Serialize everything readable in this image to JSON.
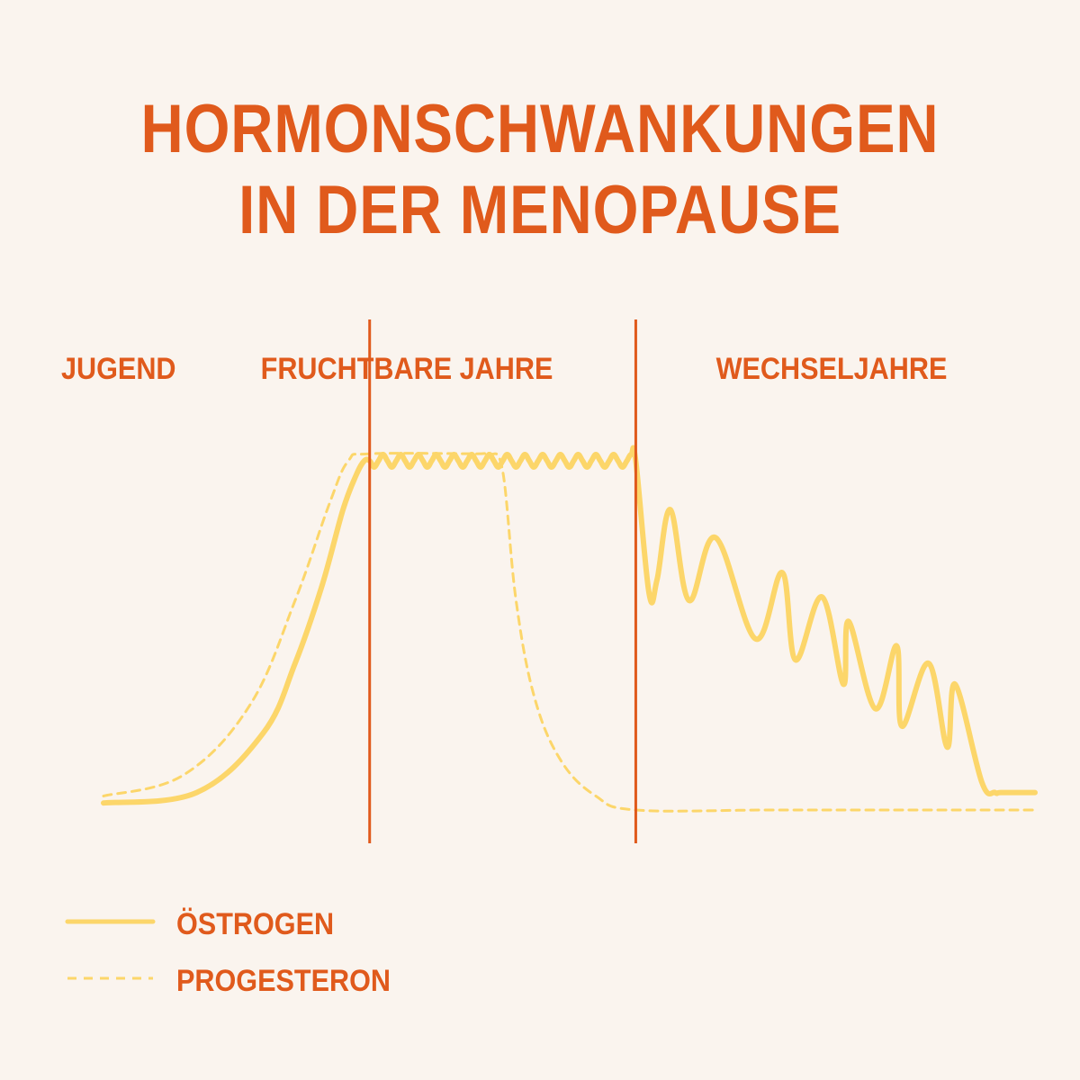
{
  "title": {
    "line1": "HORMONSCHWANKUNGEN",
    "line2": "IN DER MENOPAUSE"
  },
  "colors": {
    "accent": "#e05a1c",
    "hormone": "#fcd66a",
    "background": "#faf4ee"
  },
  "chart_data": {
    "type": "line",
    "title": "HORMONSCHWANKUNGEN IN DER MENOPAUSE",
    "xlabel": "",
    "ylabel": "",
    "phases": [
      "JUGEND",
      "FRUCHTBARE JAHRE",
      "WECHSELJAHRE"
    ],
    "phase_boundaries": [
      1,
      2
    ],
    "xlim": [
      0,
      3.5
    ],
    "ylim": [
      0,
      1
    ],
    "grid": false,
    "legend_placement": "bottom-left",
    "series": [
      {
        "name": "ÖSTROGEN",
        "style": "solid",
        "x": [
          0,
          0.35,
          0.6,
          0.72,
          0.82,
          0.9,
          0.95,
          0.98,
          1.0,
          1.5,
          2.0,
          2.05,
          2.08,
          2.13,
          2.2,
          2.3,
          2.45,
          2.55,
          2.6,
          2.7,
          2.78,
          2.8,
          2.9,
          2.98,
          3.0,
          3.1,
          3.17,
          3.2,
          3.3,
          3.35,
          3.37,
          3.45,
          3.5
        ],
        "y": [
          0.02,
          0.05,
          0.22,
          0.42,
          0.64,
          0.86,
          0.96,
          1.0,
          1.0,
          1.0,
          1.0,
          0.62,
          0.66,
          0.86,
          0.6,
          0.78,
          0.49,
          0.68,
          0.43,
          0.61,
          0.36,
          0.54,
          0.29,
          0.47,
          0.24,
          0.42,
          0.18,
          0.36,
          0.08,
          0.05,
          0.05,
          0.05,
          0.05
        ],
        "annotation": "oscillates during FRUCHTBARE JAHRE"
      },
      {
        "name": "PROGESTERON",
        "style": "dashed",
        "x": [
          0,
          0.3,
          0.55,
          0.72,
          0.85,
          0.92,
          1.0,
          1.4,
          1.45,
          1.5,
          1.55,
          1.62,
          1.72,
          1.85,
          2.0,
          2.5,
          3.0,
          3.5
        ],
        "y": [
          0.04,
          0.1,
          0.3,
          0.6,
          0.88,
          1.0,
          1.02,
          1.02,
          1.02,
          0.97,
          0.6,
          0.32,
          0.14,
          0.04,
          0.0,
          0.0,
          0.0,
          0.0
        ]
      }
    ]
  },
  "legend": [
    {
      "label": "ÖSTROGEN",
      "style": "solid"
    },
    {
      "label": "PROGESTERON",
      "style": "dashed"
    }
  ]
}
